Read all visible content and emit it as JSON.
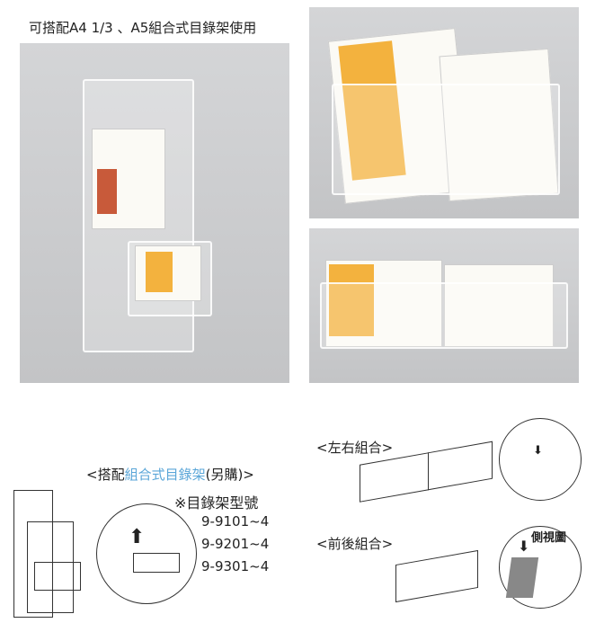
{
  "caption": "可搭配A4 1/3 、A5組合式目錄架使用",
  "accessory": {
    "prefix": "<搭配",
    "highlight": "組合式目錄架",
    "suffix": "(另購)>",
    "highlight_color": "#5aa6d8"
  },
  "models": {
    "title": "※目錄架型號",
    "items": [
      "9-9101~4",
      "9-9201~4",
      "9-9301~4"
    ]
  },
  "combos": {
    "side_by_side": "<左右組合>",
    "front_back": "<前後組合>",
    "side_view": "側視圖"
  }
}
